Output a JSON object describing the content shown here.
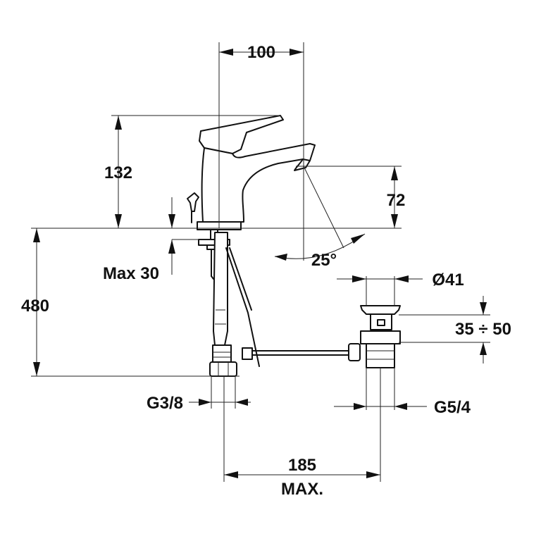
{
  "dimensions": {
    "top_width": "100",
    "spout_height": "132",
    "outlet_height": "72",
    "angle": "25°",
    "max_thickness": "Max 30",
    "total_height": "480",
    "drain_diameter": "Ø41",
    "drain_range": "35 ÷ 50",
    "inlet_thread": "G3/8",
    "drain_thread": "G5/4",
    "drain_distance": "185",
    "drain_distance_note": "MAX."
  }
}
